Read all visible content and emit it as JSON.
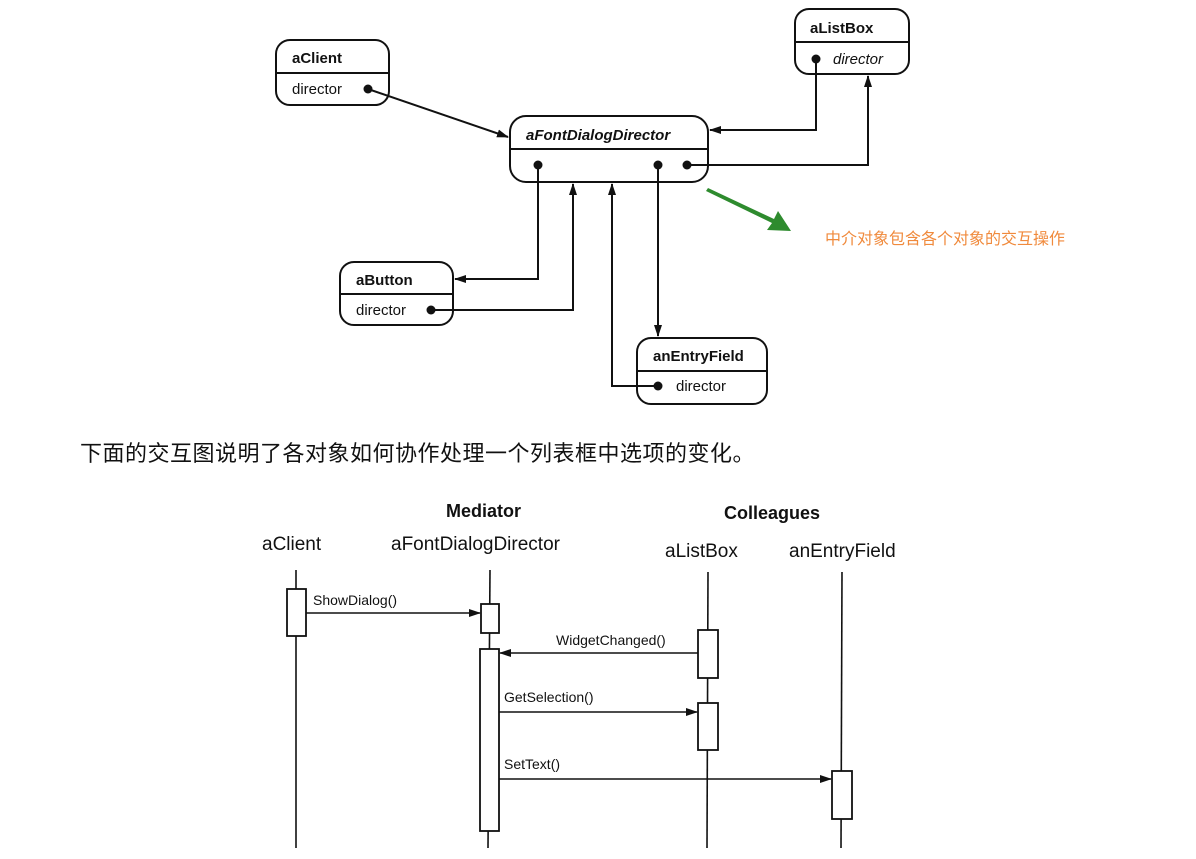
{
  "object_diagram": {
    "objects": [
      {
        "id": "aClient",
        "title": "aClient",
        "attr": "director"
      },
      {
        "id": "aListBox",
        "title": "aListBox",
        "attr": "director"
      },
      {
        "id": "aFontDialogDirector",
        "title": "aFontDialogDirector"
      },
      {
        "id": "aButton",
        "title": "aButton",
        "attr": "director"
      },
      {
        "id": "anEntryField",
        "title": "anEntryField",
        "attr": "director"
      }
    ],
    "annotation": {
      "text": "中介对象包含各个对象的交互操作",
      "arrow_color": "#2e8b2e",
      "text_color": "#f08a3c"
    }
  },
  "paragraph": "下面的交互图说明了各对象如何协作处理一个列表框中选项的变化。",
  "sequence_diagram": {
    "groups": {
      "mediator": "Mediator",
      "colleagues": "Colleagues"
    },
    "participants": [
      "aClient",
      "aFontDialogDirector",
      "aListBox",
      "anEntryField"
    ],
    "messages": [
      {
        "label": "ShowDialog()",
        "from": "aClient",
        "to": "aFontDialogDirector"
      },
      {
        "label": "WidgetChanged()",
        "from": "aListBox",
        "to": "aFontDialogDirector"
      },
      {
        "label": "GetSelection()",
        "from": "aFontDialogDirector",
        "to": "aListBox"
      },
      {
        "label": "SetText()",
        "from": "aFontDialogDirector",
        "to": "anEntryField"
      }
    ]
  }
}
